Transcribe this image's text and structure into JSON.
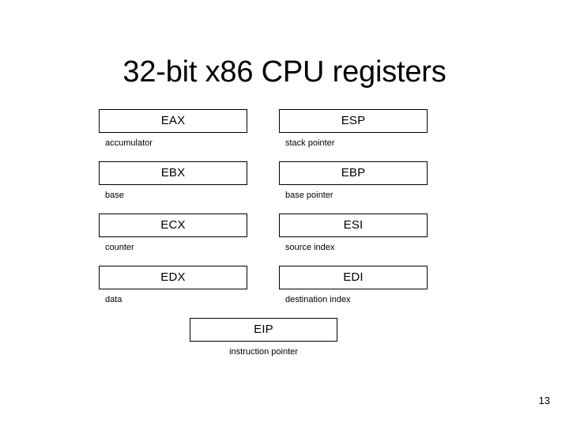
{
  "slide": {
    "title": "32-bit x86 CPU registers",
    "page_number": "13",
    "ink_color": "#000000",
    "background_color": "#ffffff"
  },
  "registers": {
    "rows": [
      {
        "left": {
          "name": "EAX",
          "description": "accumulator"
        },
        "right": {
          "name": "ESP",
          "description": "stack pointer"
        }
      },
      {
        "left": {
          "name": "EBX",
          "description": "base"
        },
        "right": {
          "name": "EBP",
          "description": "base pointer"
        }
      },
      {
        "left": {
          "name": "ECX",
          "description": "counter"
        },
        "right": {
          "name": "ESI",
          "description": "source index"
        }
      },
      {
        "left": {
          "name": "EDX",
          "description": "data"
        },
        "right": {
          "name": "EDI",
          "description": "destination index"
        }
      }
    ],
    "special": {
      "name": "EIP",
      "description": "instruction pointer"
    }
  }
}
